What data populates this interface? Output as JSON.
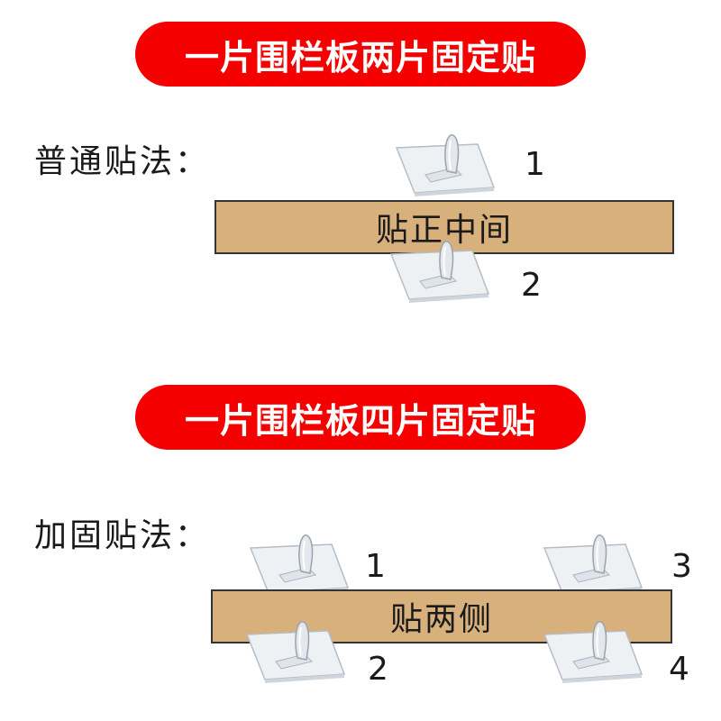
{
  "banners": {
    "top": "一片围栏板两片固定贴",
    "middle": "一片围栏板四片固定贴"
  },
  "methods": {
    "normal": "普通贴法：",
    "reinforced": "加固贴法："
  },
  "boards": {
    "normal": "贴正中间",
    "reinforced": "贴两侧"
  },
  "numbers": {
    "normal": [
      "1",
      "2"
    ],
    "reinforced": [
      "1",
      "2",
      "3",
      "4"
    ]
  },
  "colors": {
    "banner": "#f40000",
    "board": "#d8b07c",
    "board_border": "#333333"
  },
  "icons": [
    "adhesive-hook-icon"
  ]
}
